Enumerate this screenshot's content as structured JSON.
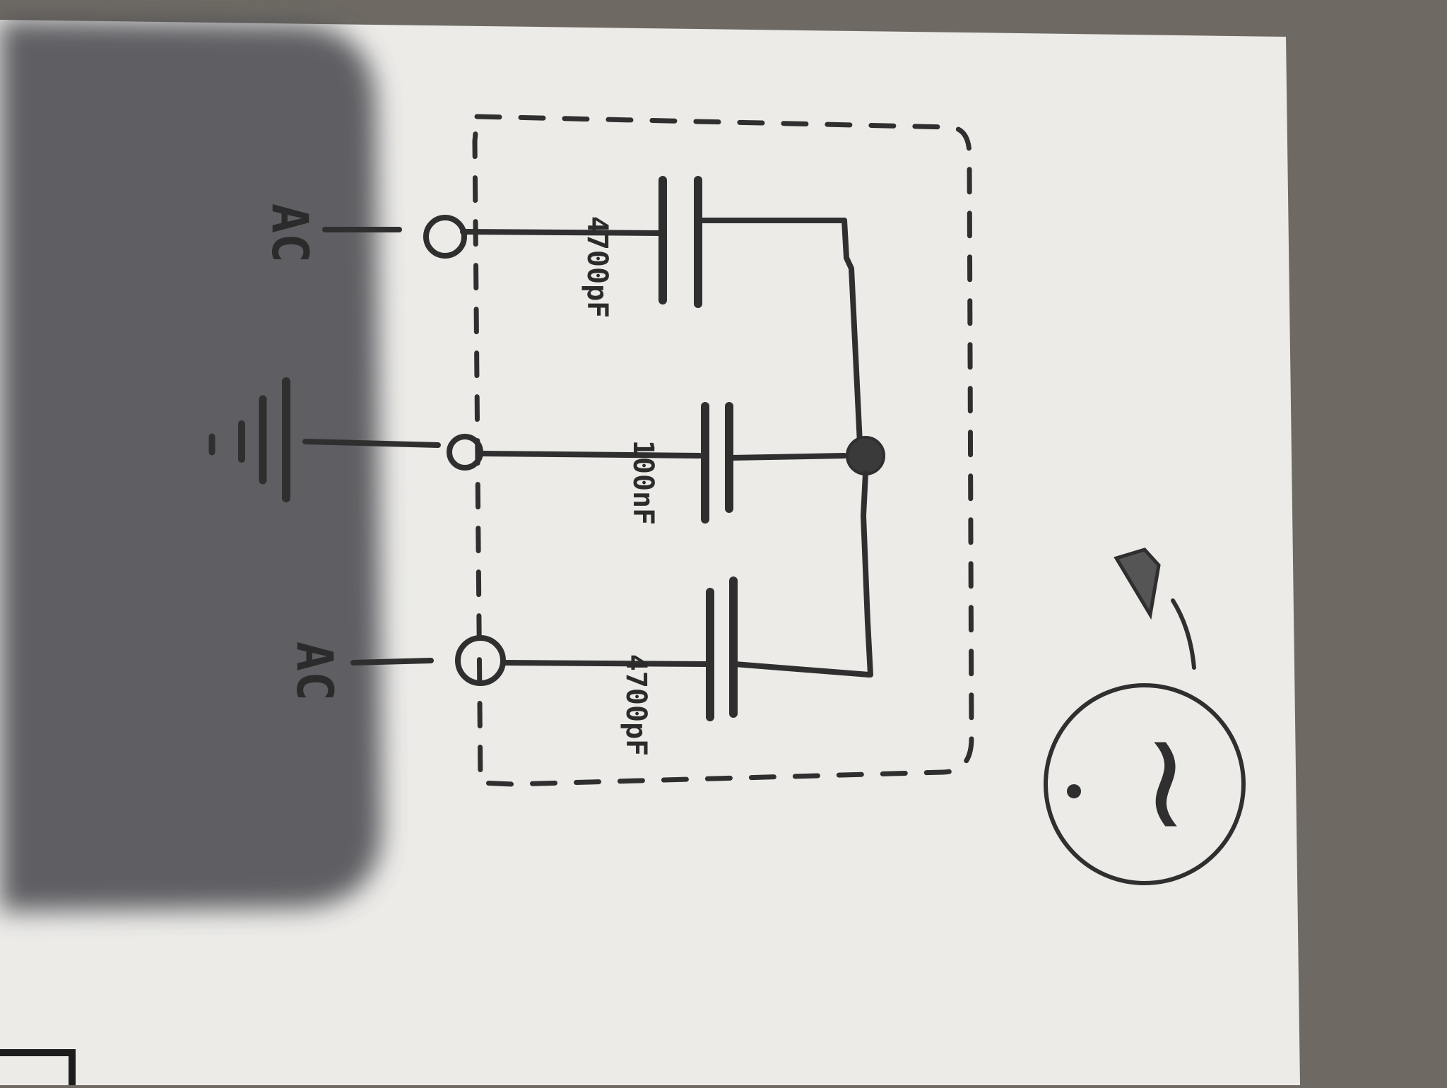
{
  "diagram": {
    "terminals": [
      {
        "id": "t-top",
        "label": "AC"
      },
      {
        "id": "t-mid",
        "label": "ground"
      },
      {
        "id": "t-bot",
        "label": "AC"
      }
    ],
    "capacitors": [
      {
        "id": "c1",
        "label": "4700pF"
      },
      {
        "id": "c2",
        "label": "100nF"
      },
      {
        "id": "c3",
        "label": "4700pF"
      }
    ],
    "symbol": {
      "name": "ac-source-icon",
      "glyph": "~"
    },
    "colors": {
      "ink": "#2f2f2f",
      "paper": "#ecebe8",
      "background": "#6e6a63",
      "shadow": "#4d4d52"
    }
  }
}
